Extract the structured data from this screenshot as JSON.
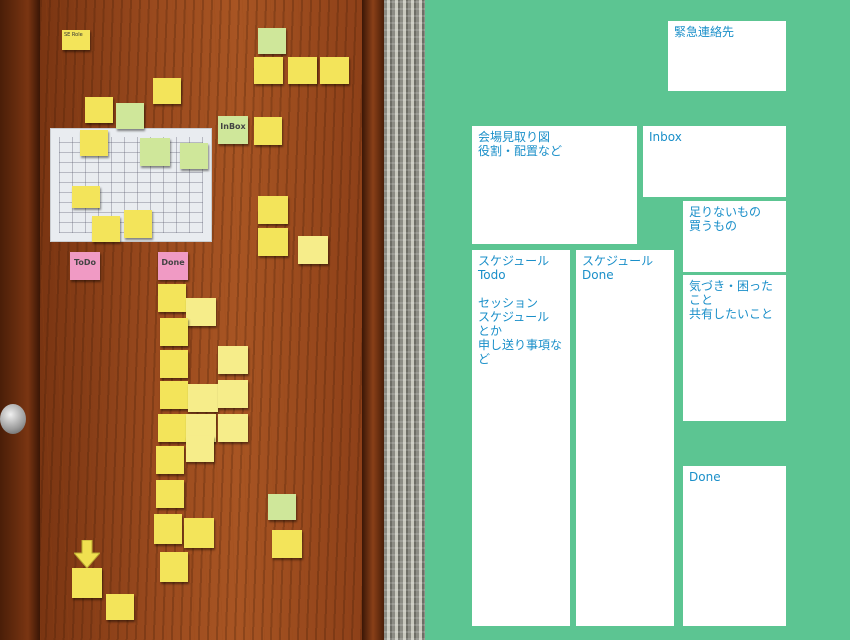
{
  "photo": {
    "notes": {
      "se_role": "SE Role",
      "todo": "ToDo",
      "done": "Done",
      "inbox": "InBox"
    }
  },
  "board": {
    "emergency": "緊急連絡先",
    "floor": "会場見取り図\n役割・配置など",
    "inbox": "Inbox",
    "missing": "足りないもの\n買うもの",
    "schedule_todo_title": "スケジュール\nTodo",
    "schedule_todo_body": "セッション\nスケジュール\nとか\n申し送り事項など",
    "schedule_done": "スケジュール\nDone",
    "notice": "気づき・困ったこと\n共有したいこと",
    "done": "Done"
  },
  "colors": {
    "background": "#5cc592",
    "panel": "#ffffff",
    "text": "#1a8fc9"
  }
}
